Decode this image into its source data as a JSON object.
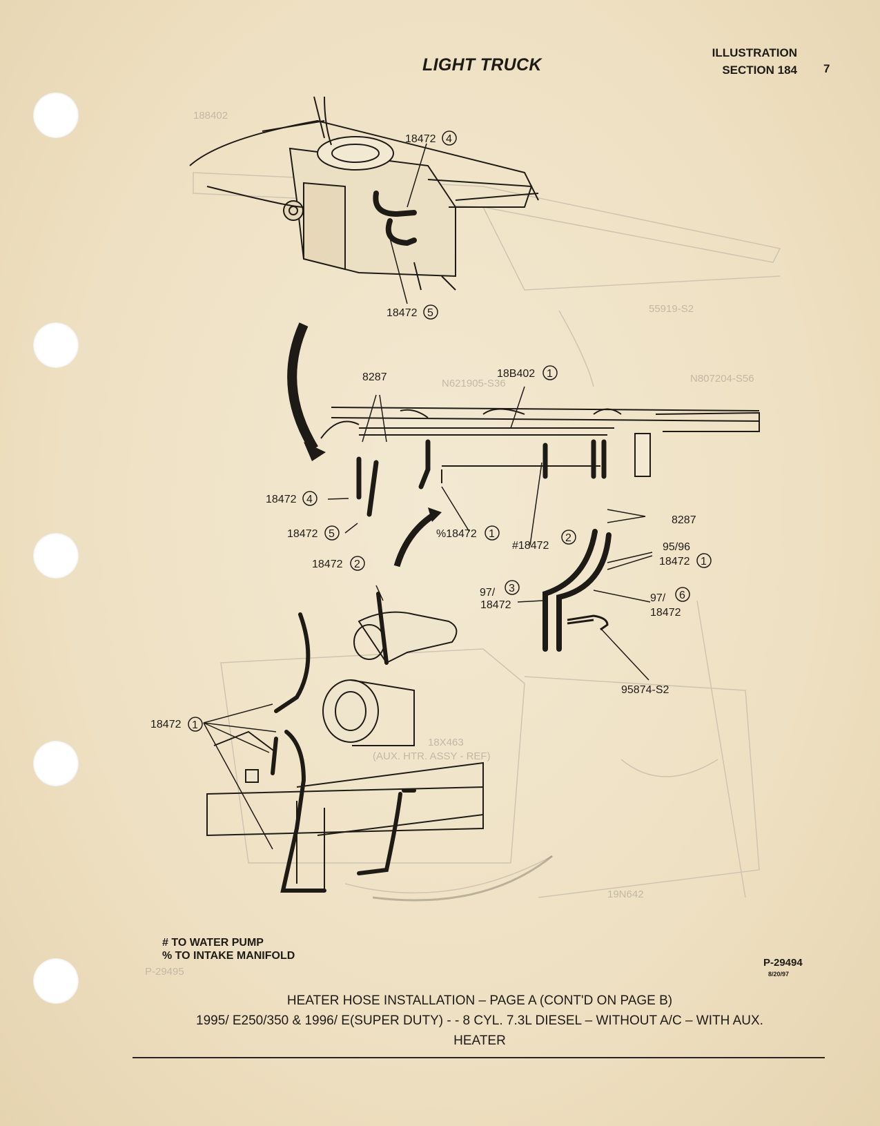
{
  "header": {
    "title": "LIGHT TRUCK",
    "illustration": "ILLUSTRATION",
    "section": "SECTION 184",
    "page_number": "7"
  },
  "callouts": {
    "top_4": "18472",
    "top_4_num": "4",
    "top_5": "18472",
    "top_5_num": "5",
    "clip_8287_a": "8287",
    "hose_18b402": "18B402",
    "hose_18b402_num": "1",
    "left_4": "18472",
    "left_4_num": "4",
    "left_5": "18472",
    "left_5_num": "5",
    "intake_1": "%18472",
    "intake_1_num": "1",
    "pump_2": "#18472",
    "pump_2_num": "2",
    "clip_8287_b": "8287",
    "yr_9596": "95/96",
    "yr_9596_part": "18472",
    "yr_9596_num": "1",
    "mid_2": "18472",
    "mid_2_num": "2",
    "yr_97a": "97/",
    "yr_97a_num": "3",
    "yr_97a_part": "18472",
    "yr_97b": "97/",
    "yr_97b_num": "6",
    "yr_97b_part": "18472",
    "clamp": "95874-S2",
    "engine_1": "18472",
    "engine_1_num": "1"
  },
  "legend": {
    "water_pump": "#  TO WATER PUMP",
    "intake_manifold": "%  TO INTAKE MANIFOLD"
  },
  "reference": {
    "code": "P-29494",
    "date": "8/20/97"
  },
  "caption": {
    "line1": "HEATER HOSE INSTALLATION – PAGE A (CONT'D ON PAGE B)",
    "line2": "1995/ E250/350 & 1996/ E(SUPER DUTY) - - 8 CYL. 7.3L DIESEL – WITHOUT A/C – WITH AUX.",
    "line3": "HEATER"
  },
  "bleed_through": {
    "a": "188402",
    "b": "N621905-S36",
    "c": "N807204-S56",
    "d": "55919-S2",
    "e": "18X463",
    "f": "(AUX. HTR. ASSY - REF)",
    "g": "19N642",
    "h": "P-29495"
  },
  "colors": {
    "paper": "#efe2c4",
    "ink": "#1e1a16",
    "ghost": "#c3b8a6"
  }
}
